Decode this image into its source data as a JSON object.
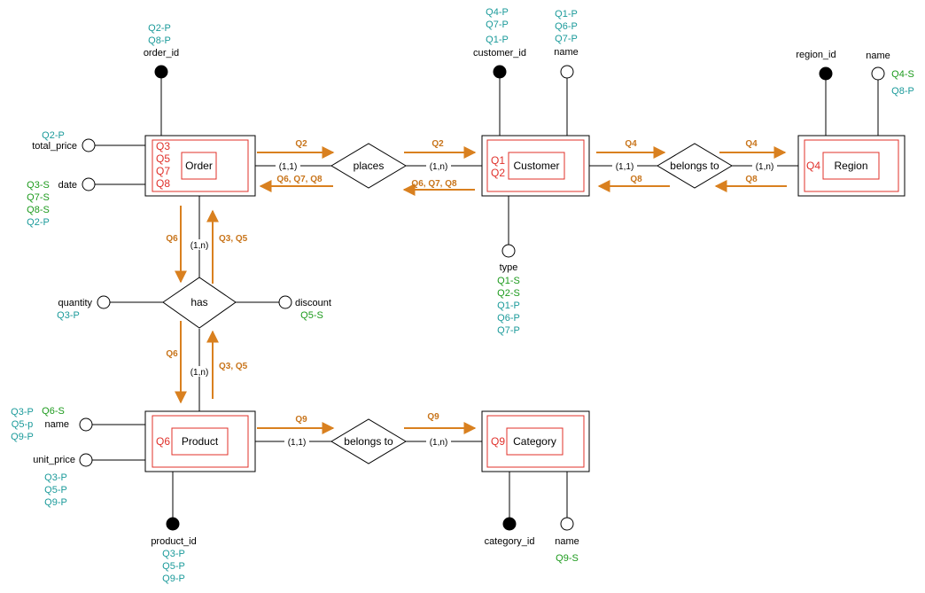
{
  "colors": {
    "query_red": "#e0302a",
    "query_teal": "#1a9a9a",
    "query_green": "#1c9a1c",
    "path_orange": "#d9801f",
    "line": "#000000"
  },
  "entities": {
    "order": {
      "name": "Order",
      "queries": [
        "Q3",
        "Q5",
        "Q7",
        "Q8"
      ]
    },
    "customer": {
      "name": "Customer",
      "queries": [
        "Q1",
        "Q2"
      ]
    },
    "region": {
      "name": "Region",
      "queries": [
        "Q4"
      ]
    },
    "product": {
      "name": "Product",
      "queries": [
        "Q6"
      ]
    },
    "category": {
      "name": "Category",
      "queries": [
        "Q9"
      ]
    }
  },
  "relationships": {
    "places": "places",
    "has": "has",
    "belongs_customer_region": "belongs to",
    "belongs_product_category": "belongs to"
  },
  "cardinalities": {
    "order_places": "(1,1)",
    "customer_places": "(1,n)",
    "customer_belongs": "(1,1)",
    "region_belongs": "(1,n)",
    "order_has": "(1,n)",
    "product_has": "(1,n)",
    "product_belongs": "(1,1)",
    "category_belongs": "(1,n)"
  },
  "attributes": {
    "order_id": {
      "label": "order_id",
      "queries": [
        "Q2-P",
        "Q8-P"
      ]
    },
    "total_price": {
      "label": "total_price",
      "queries": [
        "Q2-P"
      ]
    },
    "order_date": {
      "label": "date",
      "queries_green": [
        "Q3-S",
        "Q7-S",
        "Q8-S"
      ],
      "queries_teal": [
        "Q2-P"
      ]
    },
    "customer_id": {
      "label": "customer_id",
      "queries": [
        "Q4-P",
        "Q7-P",
        "Q1-P"
      ]
    },
    "customer_name": {
      "label": "name",
      "queries": [
        "Q1-P",
        "Q6-P",
        "Q7-P"
      ]
    },
    "customer_type": {
      "label": "type",
      "queries_green": [
        "Q1-S",
        "Q2-S"
      ],
      "queries_teal": [
        "Q1-P",
        "Q6-P",
        "Q7-P"
      ]
    },
    "region_id": {
      "label": "region_id"
    },
    "region_name": {
      "label": "name",
      "query_green": "Q4-S",
      "query_teal": "Q8-P"
    },
    "quantity": {
      "label": "quantity",
      "queries": [
        "Q3-P"
      ]
    },
    "discount": {
      "label": "discount",
      "queries": [
        "Q5-S"
      ]
    },
    "product_name": {
      "label": "name",
      "query_green": "Q6-S",
      "queries_teal": [
        "Q3-P",
        "Q5-p",
        "Q9-P"
      ]
    },
    "unit_price": {
      "label": "unit_price",
      "queries": [
        "Q3-P",
        "Q5-P",
        "Q9-P"
      ]
    },
    "product_id": {
      "label": "product_id",
      "queries": [
        "Q3-P",
        "Q5-P",
        "Q9-P"
      ]
    },
    "category_id": {
      "label": "category_id"
    },
    "category_name": {
      "label": "name",
      "queries": [
        "Q9-S"
      ]
    }
  },
  "access_paths": {
    "order_to_places": "Q2",
    "places_to_customer": "Q2",
    "customer_to_places": "Q6, Q7, Q8",
    "places_to_order": "Q6, Q7, Q8",
    "customer_to_belongs": "Q4",
    "belongs_to_region": "Q4",
    "region_to_belongs": "Q8",
    "belongs_to_customer": "Q8",
    "order_to_has": "Q6",
    "has_to_order": "Q3, Q5",
    "has_to_product": "Q6",
    "product_to_has": "Q3, Q5",
    "product_to_belongs": "Q9",
    "belongs_to_category": "Q9"
  }
}
